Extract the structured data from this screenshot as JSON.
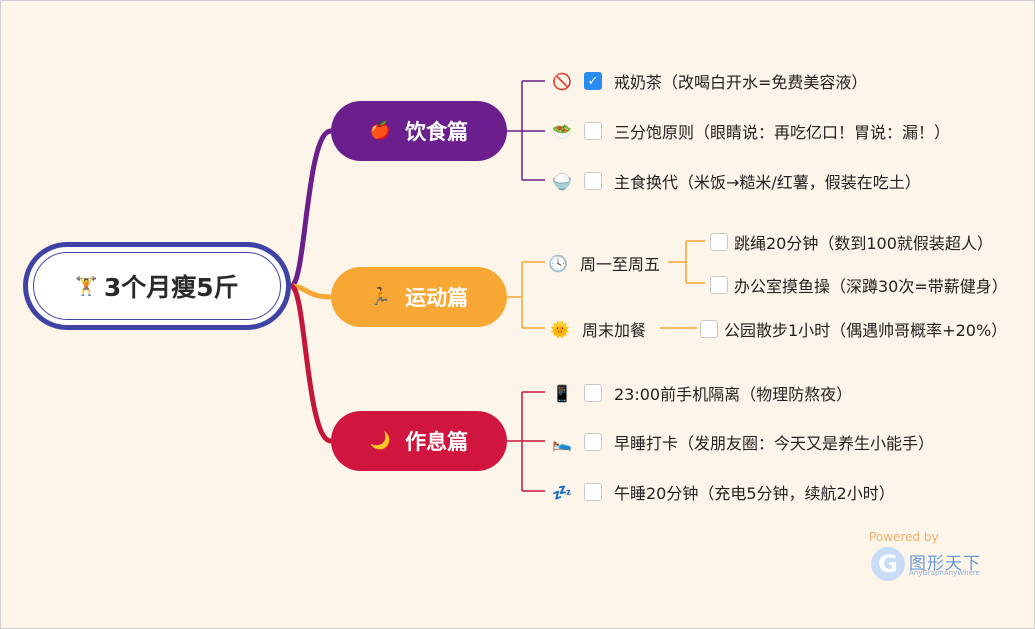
{
  "root": {
    "icon": "🏋",
    "title": "3个月瘦5斤"
  },
  "branches": {
    "diet": {
      "icon": "🍎",
      "title": "饮食篇",
      "color": "#6a1f8c",
      "items": [
        {
          "icon": "🚫",
          "checked": true,
          "text": "戒奶茶（改喝白开水=免费美容液）"
        },
        {
          "icon": "🥗",
          "checked": false,
          "text": "三分饱原则（眼睛说：再吃亿口！胃说：漏！）"
        },
        {
          "icon": "🍚",
          "checked": false,
          "text": "主食换代（米饭→糙米/红薯，假装在吃土）"
        }
      ]
    },
    "exercise": {
      "icon": "🏃",
      "title": "运动篇",
      "color": "#f7a733",
      "groups": [
        {
          "icon": "🕓",
          "label": "周一至周五",
          "items": [
            {
              "checked": false,
              "text": "跳绳20分钟（数到100就假装超人）"
            },
            {
              "checked": false,
              "text": "办公室摸鱼操（深蹲30次=带薪健身）"
            }
          ]
        },
        {
          "icon": "🌞",
          "label": "周末加餐",
          "items": [
            {
              "checked": false,
              "text": "公园散步1小时（偶遇帅哥概率+20%）"
            }
          ]
        }
      ]
    },
    "rest": {
      "icon": "🌙",
      "title": "作息篇",
      "color": "#d0163e",
      "items": [
        {
          "icon": "📱",
          "checked": false,
          "text": "23:00前手机隔离（物理防熬夜）"
        },
        {
          "icon": "🛌",
          "checked": false,
          "text": "早睡打卡（发朋友圈：今天又是养生小能手）"
        },
        {
          "icon": "💤",
          "checked": false,
          "text": "午睡20分钟（充电5分钟，续航2小时）"
        }
      ]
    }
  },
  "watermark": {
    "powered": "Powered by",
    "logo_letter": "G",
    "name": "图形天下",
    "sub": "AnyGraphAnyWhere"
  }
}
